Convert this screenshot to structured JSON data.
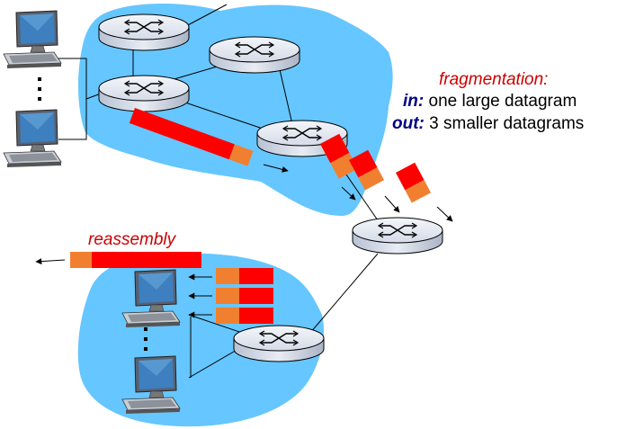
{
  "caption": {
    "heading": "fragmentation:",
    "in_label": "in:",
    "in_text": "one large datagram",
    "out_label": "out:",
    "out_text": "3 smaller datagrams"
  },
  "reassembly_label": "reassembly",
  "colors": {
    "network_fill": "#66c6ff",
    "datagram_payload": "#ff0000",
    "datagram_header": "#f08030",
    "router_body": "#dde3ee",
    "caption_red": "#cc0000",
    "caption_blue": "#000080"
  },
  "icons": [
    "router-icon",
    "desktop-computer-icon",
    "vertical-ellipsis-icon",
    "arrow-icon"
  ]
}
